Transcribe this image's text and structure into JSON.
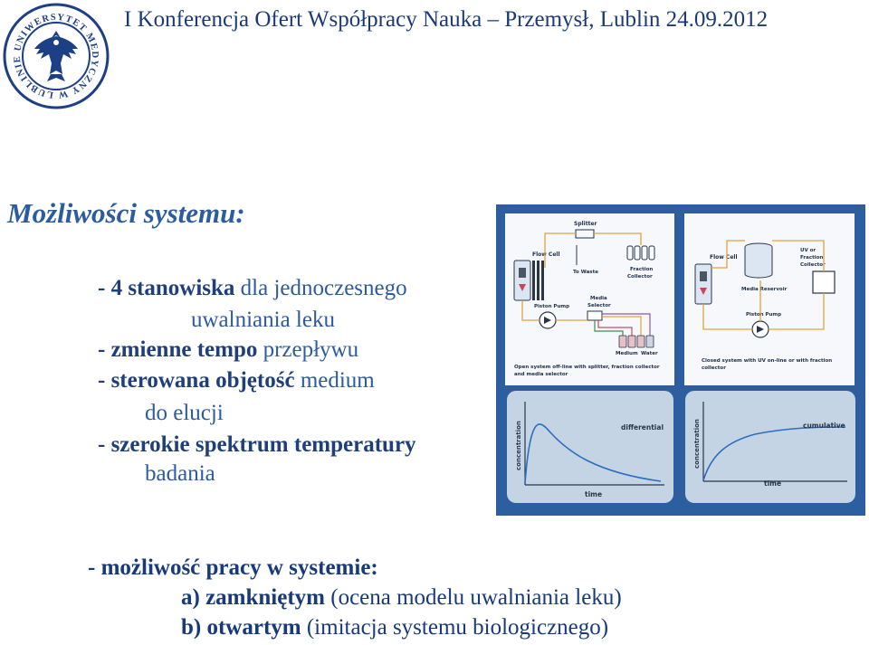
{
  "header": {
    "title": "I Konferencja Ofert Współpracy Nauka – Przemysł, Lublin 24.09.2012",
    "logo_text": "UNIWERSYTET MEDYCZNY W LUBLINIE",
    "logo_icon": "eagle-crest-icon"
  },
  "section_title": "Możliwości systemu:",
  "bullets": [
    {
      "bold": "- 4 stanowiska",
      "rest": " dla jednoczesnego"
    },
    {
      "bold": "",
      "rest": "uwalniania leku"
    },
    {
      "bold": "- zmienne tempo",
      "rest": " przepływu"
    },
    {
      "bold": "- sterowana objętość",
      "rest": " medium"
    },
    {
      "bold": "",
      "rest": "do elucji"
    },
    {
      "bold": "- szerokie spektrum temperatury",
      "rest": ""
    },
    {
      "bold": "",
      "rest": "badania"
    }
  ],
  "figure": {
    "open": {
      "splitter": "Splitter",
      "flow_cell": "Flow Cell",
      "to_waste": "To Waste",
      "fraction_collector": "Fraction\nCollector",
      "piston_pump": "Piston Pump",
      "media_selector": "Media\nSelector",
      "medium": "Medium",
      "water": "Water",
      "caption": "Open system off-line with splitter, fraction collector\nand media selector"
    },
    "closed": {
      "flow_cell": "Flow Cell",
      "uv_fraction": "UV or\nFraction\nCollector",
      "media_reservoir": "Media Reservoir",
      "piston_pump": "Piston Pump",
      "caption": "Closed system with UV on-line or with fraction\ncollector"
    },
    "graph_left": {
      "ylabel": "concentration",
      "xlabel": "time",
      "label": "differential"
    },
    "graph_right": {
      "ylabel": "concentration",
      "xlabel": "time",
      "label": "cumulative"
    }
  },
  "bottom": {
    "line1": "- możliwość pracy w systemie:",
    "line2_bold": "a) zamkniętym",
    "line2_rest": " (ocena modelu uwalniania leku)",
    "line3_bold": "b) otwartym",
    "line3_rest": " (imitacja systemu biologicznego)"
  }
}
